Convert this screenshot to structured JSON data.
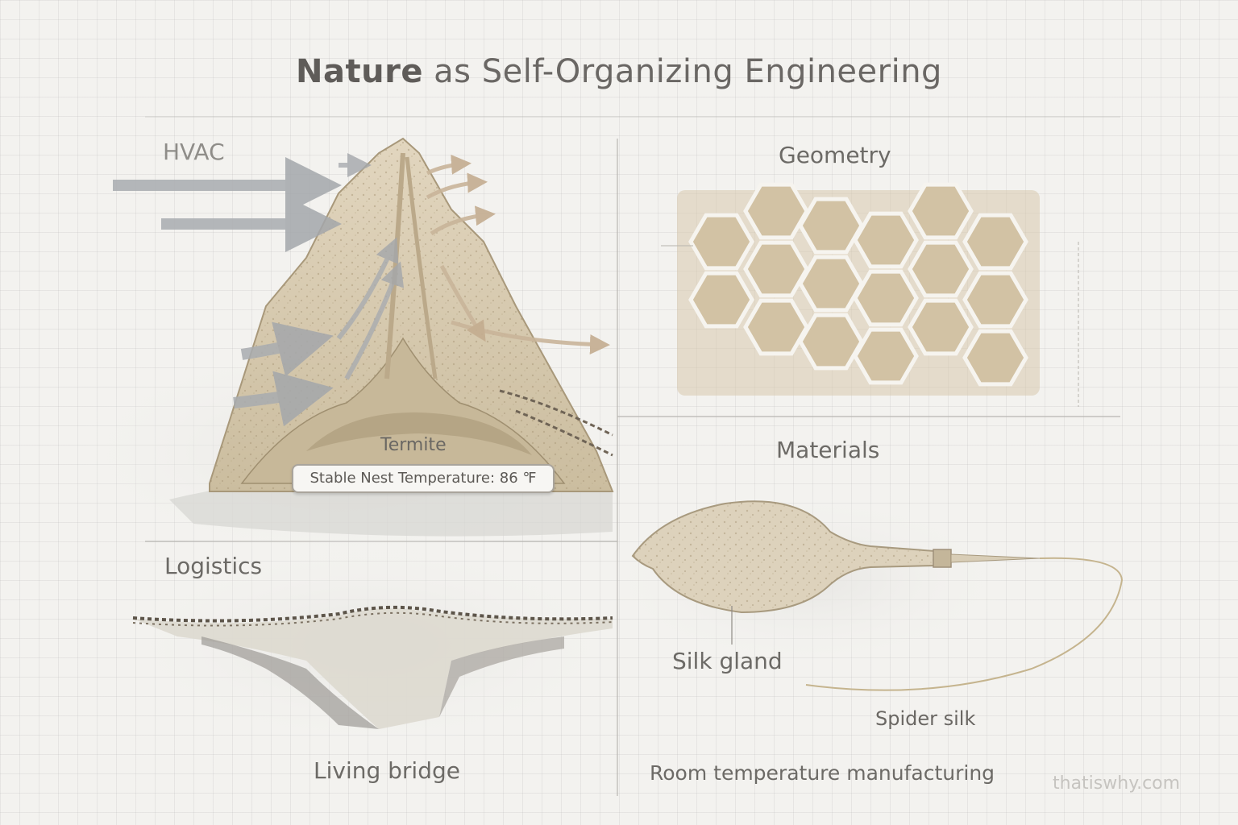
{
  "title": {
    "bold": "Nature",
    "rest": " as Self-Organizing Engineering"
  },
  "panels": {
    "hvac": {
      "heading": "HVAC",
      "subject": "Termite",
      "stat": "Stable Nest Temperature: 86 ℉"
    },
    "geometry": {
      "heading": "Geometry"
    },
    "logistics": {
      "heading": "Logistics",
      "caption": "Living bridge"
    },
    "materials": {
      "heading": "Materials",
      "gland_label": "Silk gland",
      "silk_label": "Spider silk",
      "caption": "Room temperature manufacturing"
    }
  },
  "watermark": "thatiswhy.com",
  "colors": {
    "sand": "#d9ccb2",
    "sand_dark": "#b9a988",
    "air_arrow": "#a9acb0",
    "warm_arrow": "#c9b59a",
    "ink": "#6c6a66"
  }
}
